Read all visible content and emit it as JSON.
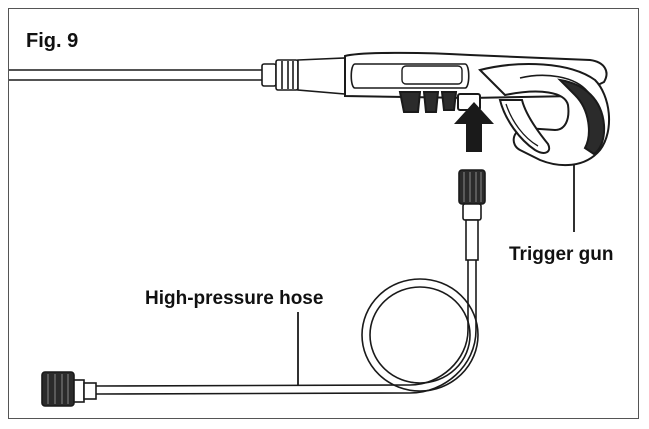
{
  "figure": {
    "label": "Fig. 9",
    "callouts": {
      "trigger_gun": "Trigger gun",
      "hose": "High-pressure hose"
    }
  },
  "colors": {
    "line": "#1a1a1a",
    "frame": "#555555",
    "fill_dark": "#2b2b2b",
    "fill_light": "#f2f2f2"
  }
}
